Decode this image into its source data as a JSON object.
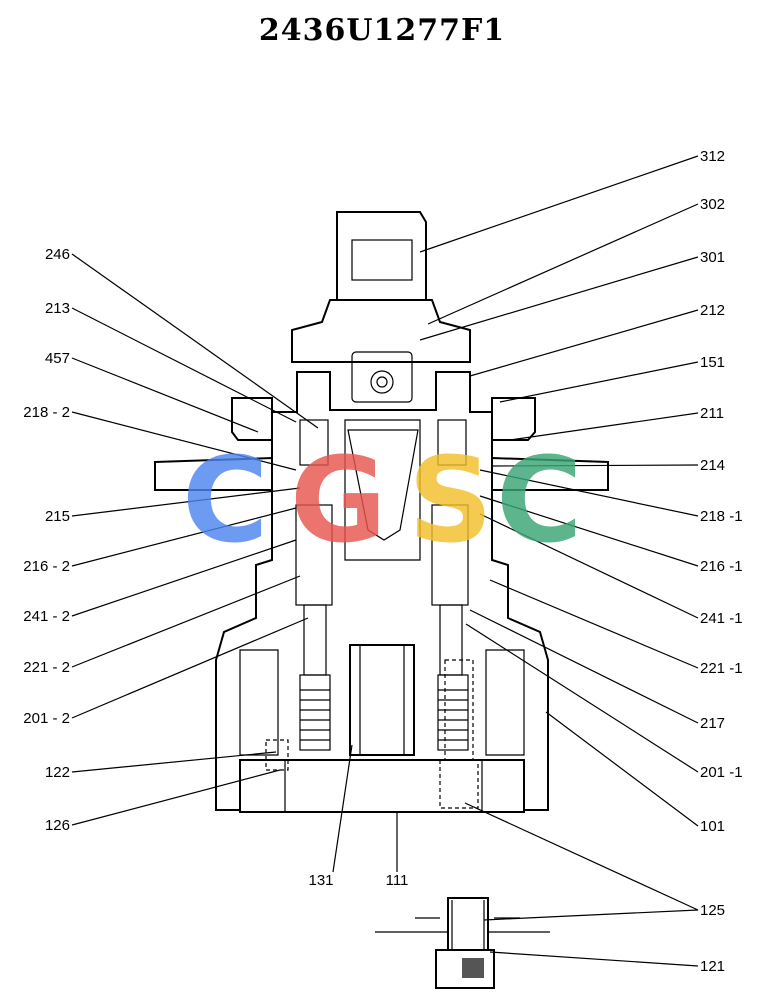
{
  "title": "2436U1277F1",
  "watermark": {
    "letters": [
      "C",
      "G",
      "S",
      "C"
    ],
    "colors": [
      "#4f86f0",
      "#e8564f",
      "#f2bf2a",
      "#3aa676"
    ]
  },
  "callouts_left": [
    "246",
    "213",
    "457",
    "218 - 2",
    "215",
    "216 - 2",
    "241 - 2",
    "221 - 2",
    "201 - 2",
    "122",
    "126"
  ],
  "callouts_right": [
    "312",
    "302",
    "301",
    "212",
    "151",
    "211",
    "214",
    "218 -1",
    "216 -1",
    "241 -1",
    "221 -1",
    "217",
    "201 -1",
    "101",
    "125",
    "121"
  ],
  "callouts_bottom": [
    "131",
    "111"
  ]
}
